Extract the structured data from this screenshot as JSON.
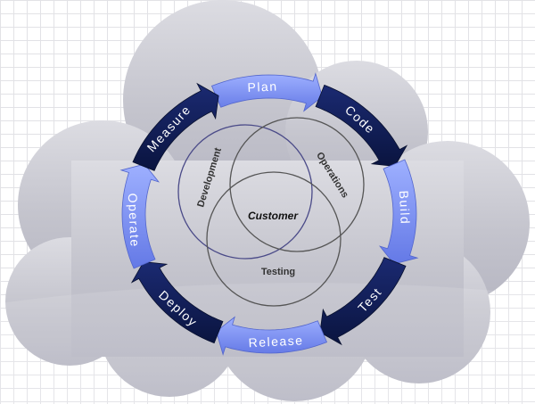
{
  "cycle": {
    "stages": [
      {
        "label": "Plan",
        "style": "light"
      },
      {
        "label": "Code",
        "style": "dark"
      },
      {
        "label": "Build",
        "style": "light"
      },
      {
        "label": "Test",
        "style": "dark"
      },
      {
        "label": "Release",
        "style": "light"
      },
      {
        "label": "Deploy",
        "style": "dark"
      },
      {
        "label": "Operate",
        "style": "light"
      },
      {
        "label": "Measure",
        "style": "dark"
      }
    ]
  },
  "venn": {
    "development": "Development",
    "operations": "Operations",
    "testing": "Testing",
    "center": "Customer"
  },
  "colors": {
    "light_arrow": "#7b8ff0",
    "dark_arrow": "#0e1a52",
    "cloud": "#c7c7d0",
    "development_circle": "#4a4a88",
    "operations_circle": "#555555",
    "testing_circle": "#555555"
  }
}
